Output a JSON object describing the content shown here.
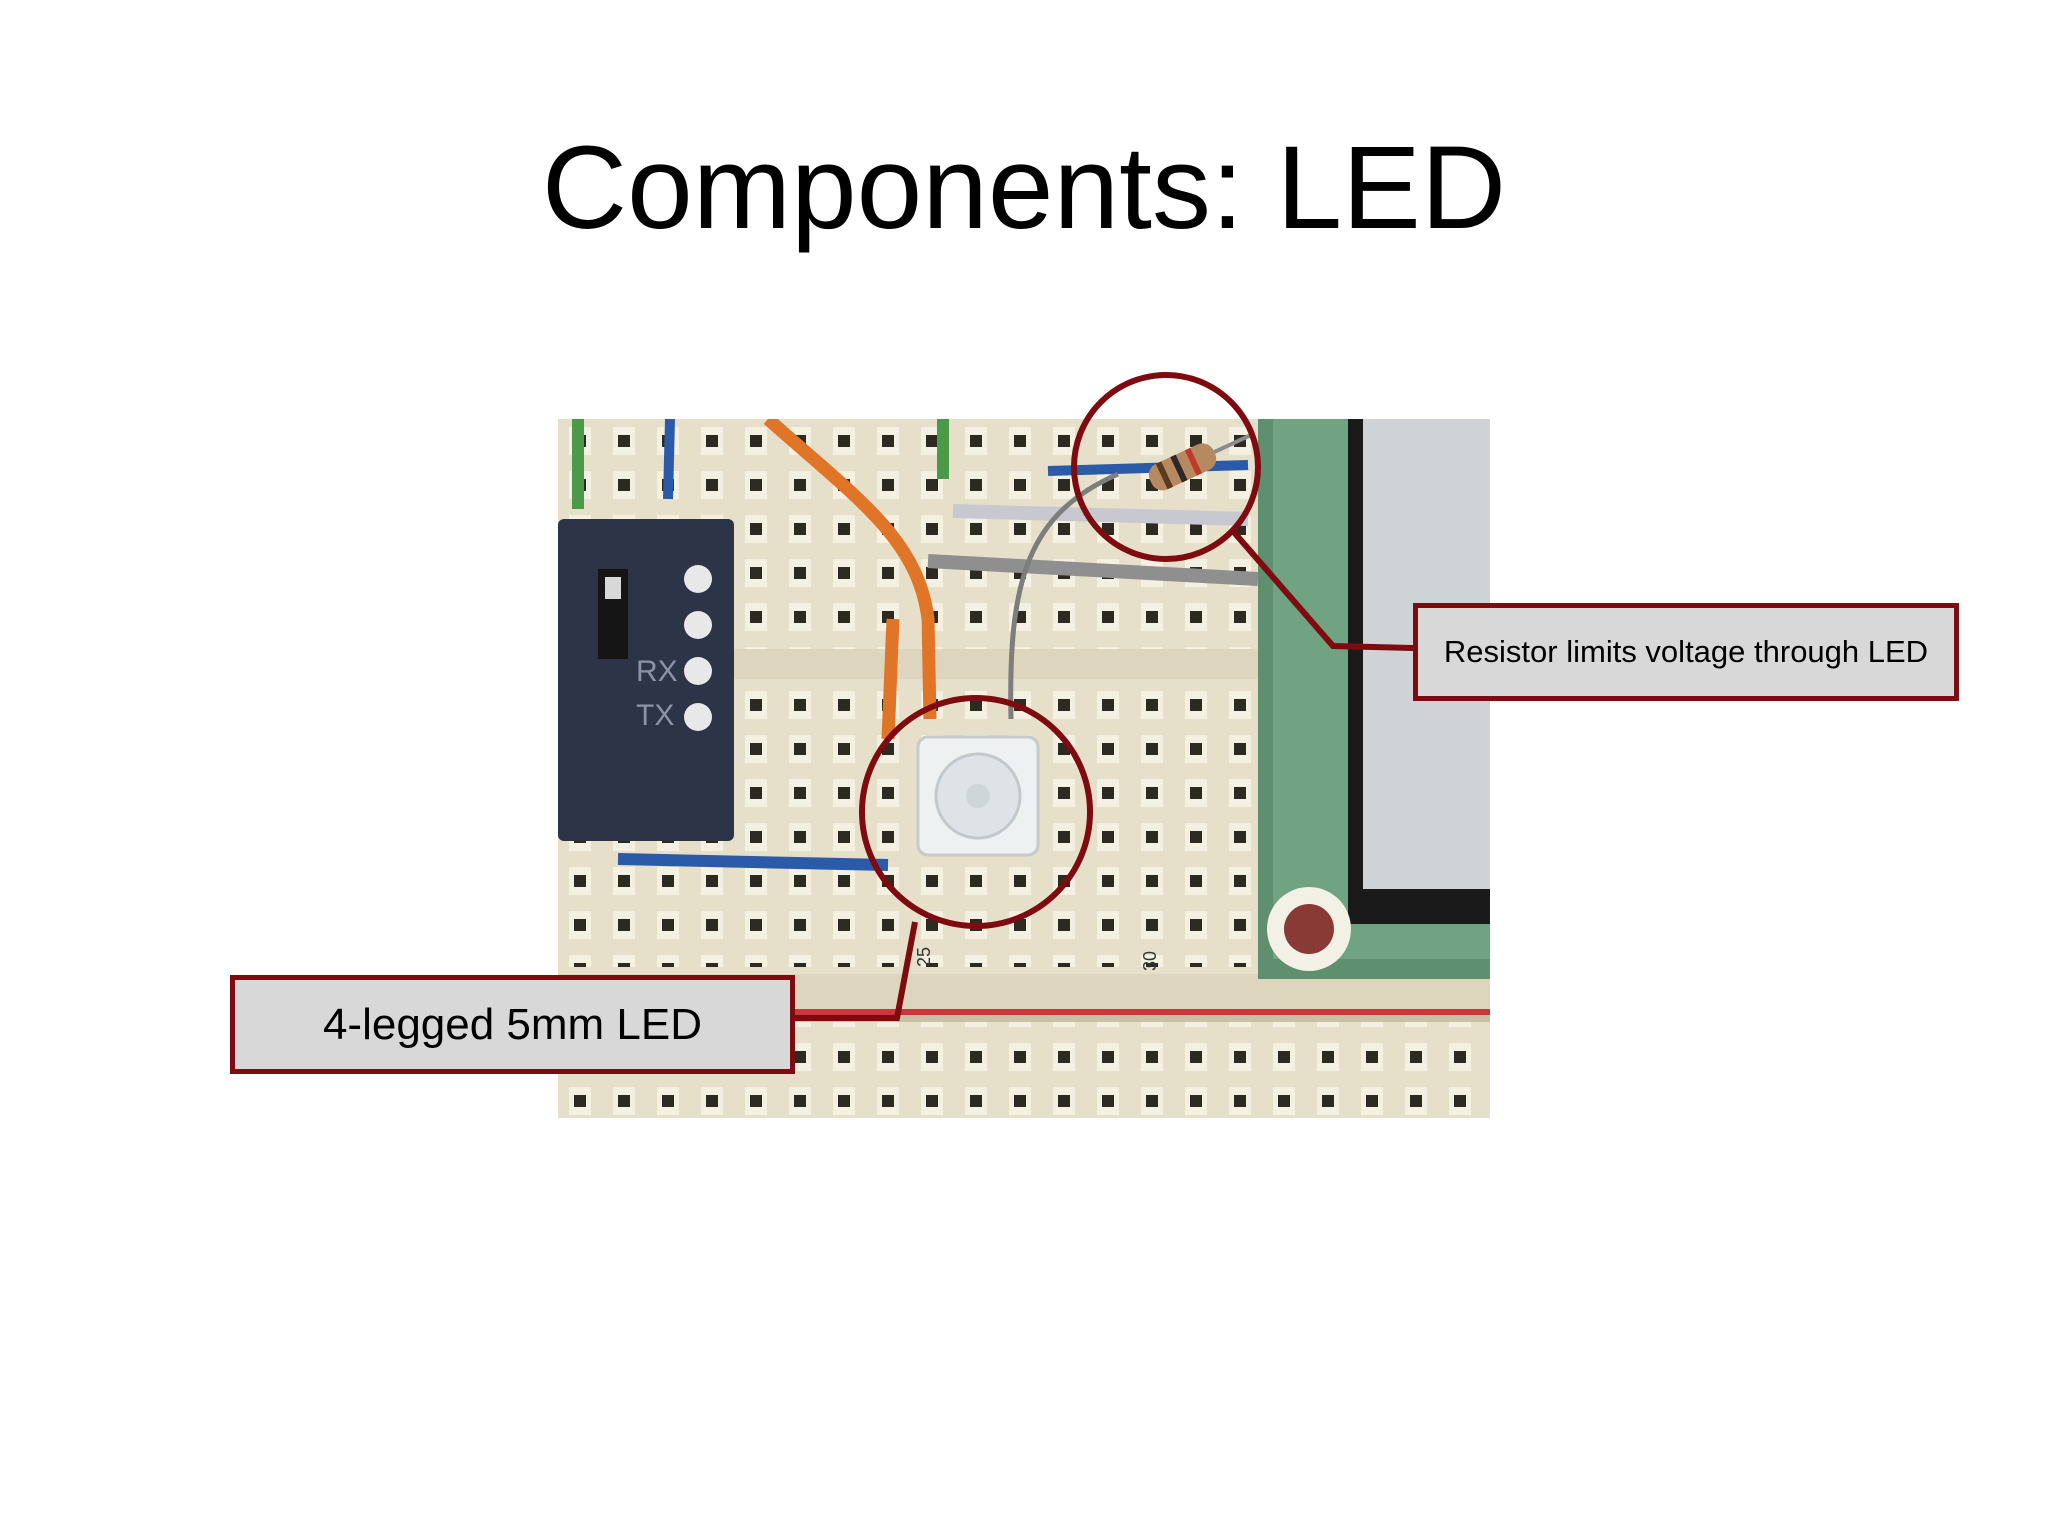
{
  "slide": {
    "title": "Components: LED"
  },
  "callouts": {
    "resistor": "Resistor limits voltage through LED",
    "led": "4-legged 5mm LED"
  },
  "colors": {
    "callout_border": "#7d0b10",
    "callout_fill": "#d8d8d8",
    "breadboard": "#e8e2cf"
  },
  "photo": {
    "board_labels": {
      "rx": "RX",
      "tx": "TX",
      "col_25": "25",
      "col_30": "30"
    }
  }
}
